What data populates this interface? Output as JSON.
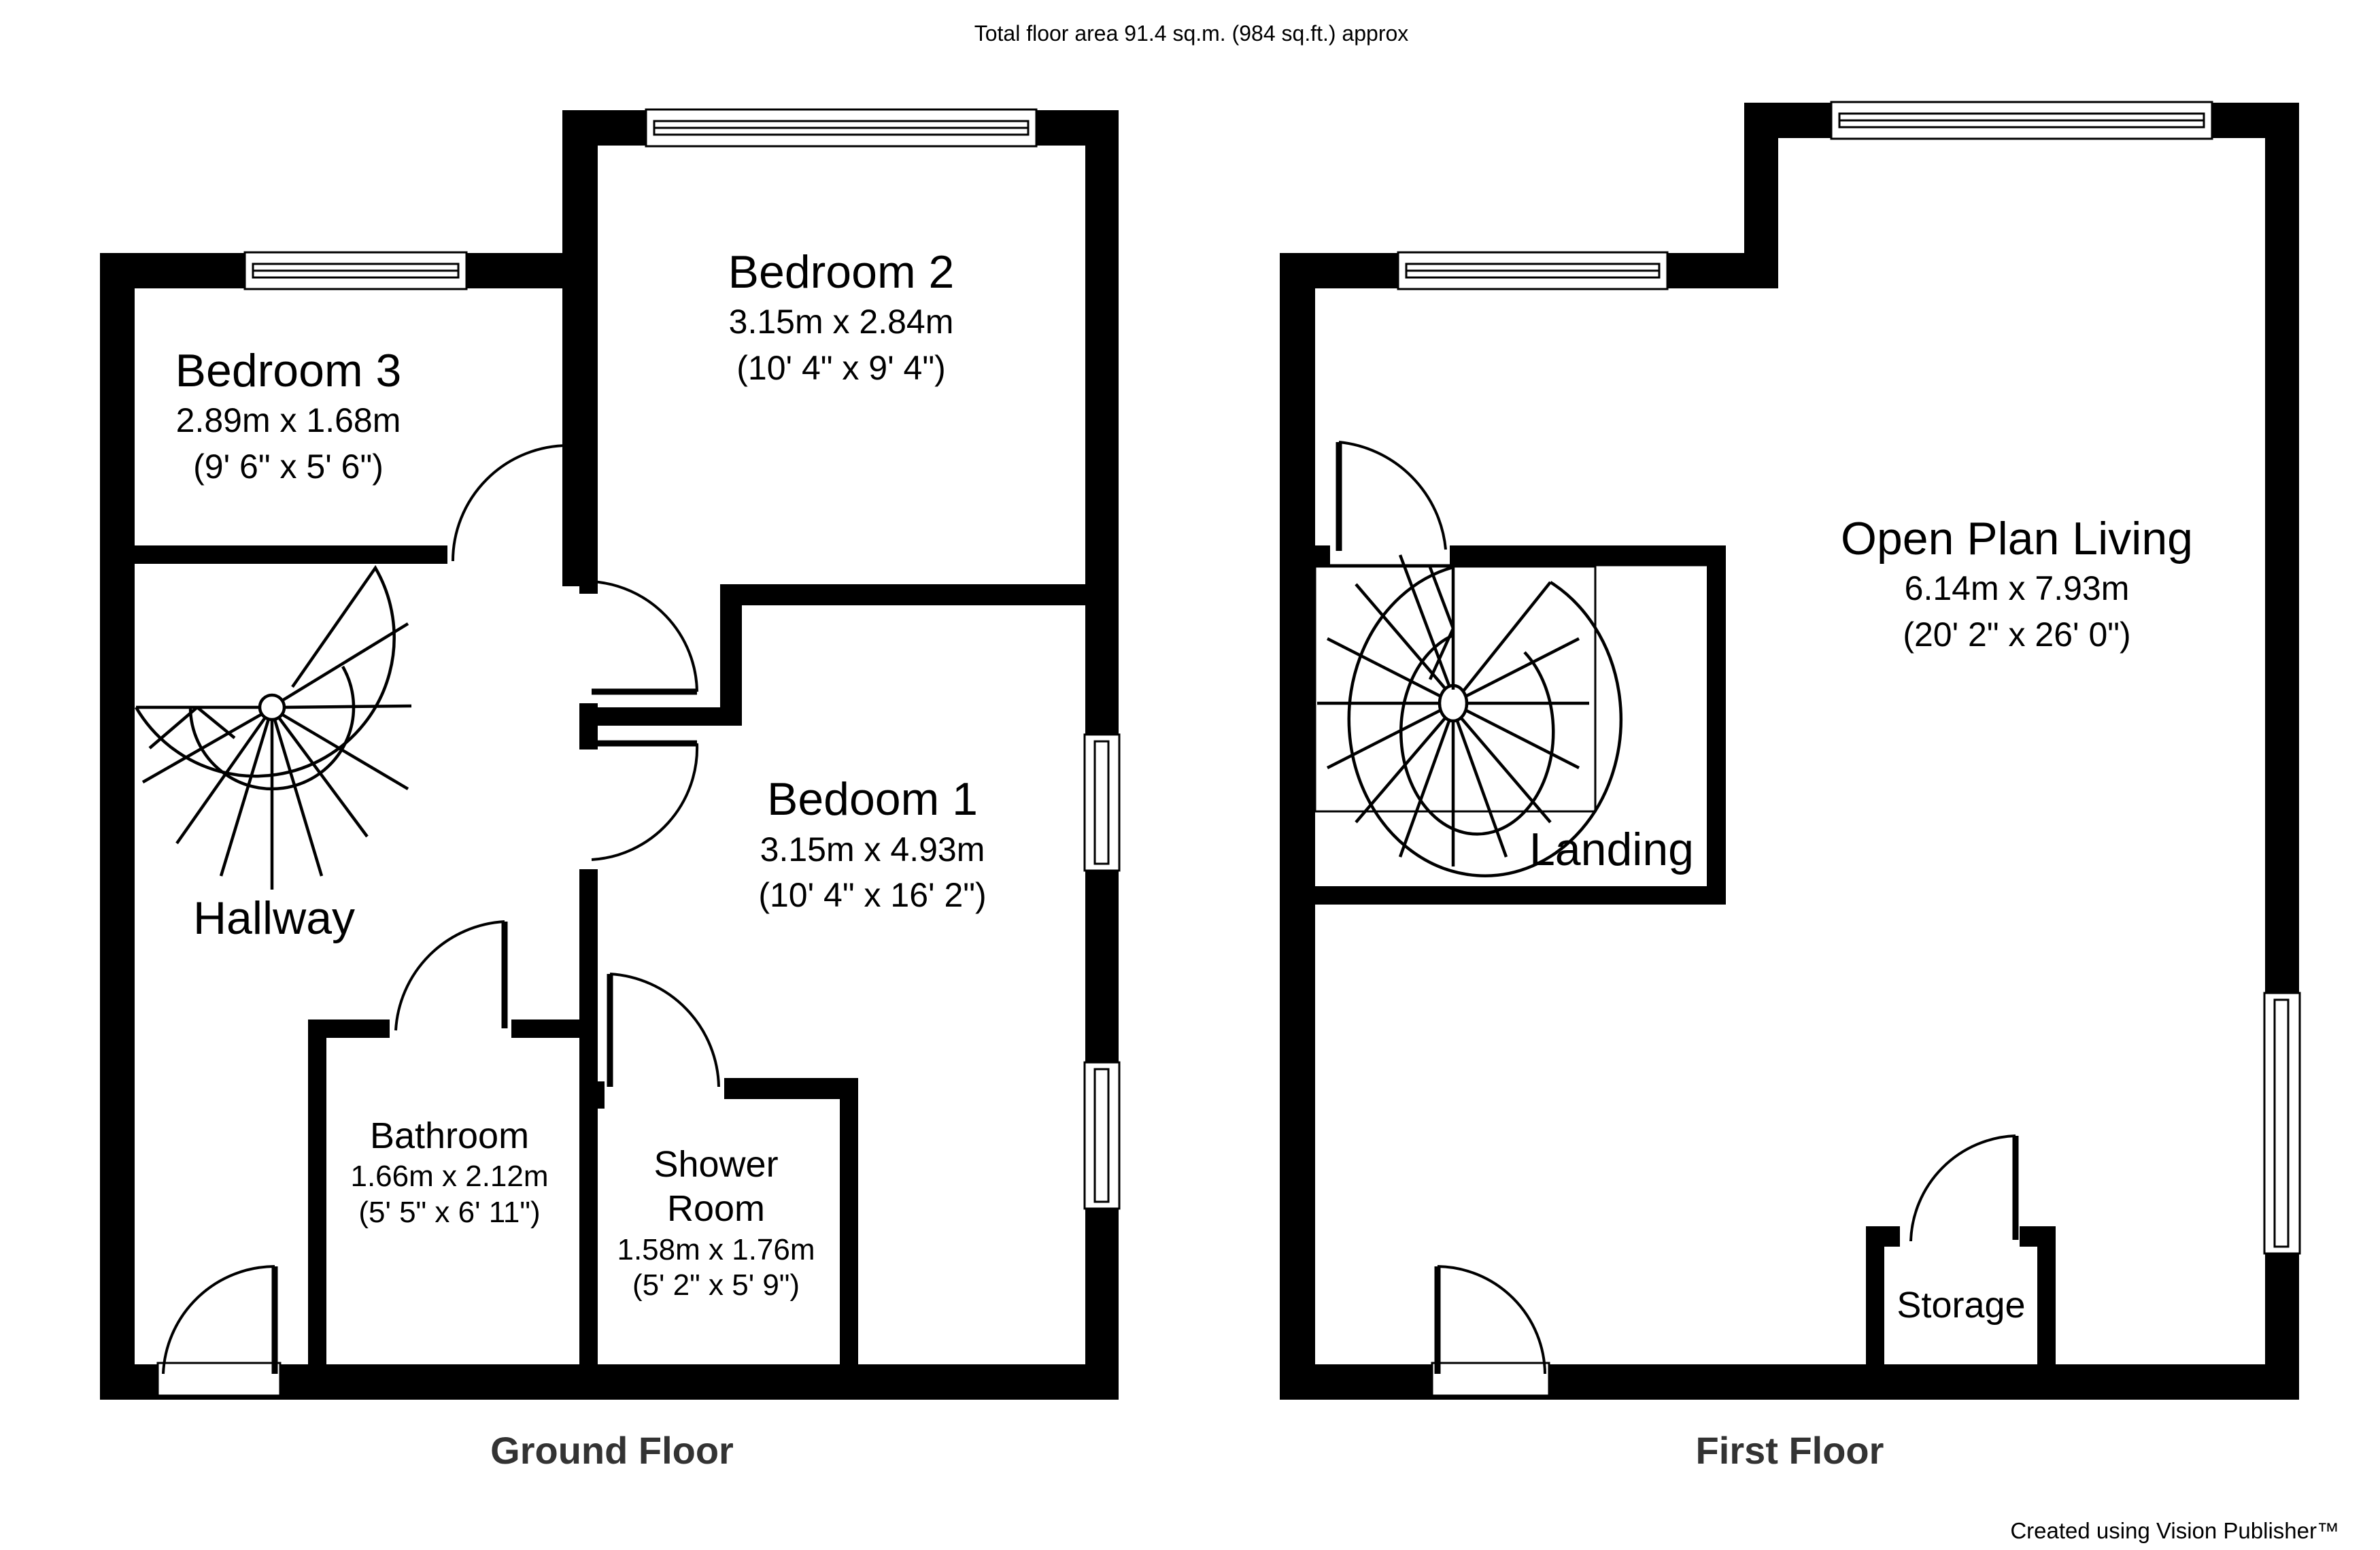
{
  "header": {
    "total_area": "Total floor area 91.4 sq.m. (984 sq.ft.) approx"
  },
  "floors": [
    {
      "title": "Ground Floor",
      "rooms": [
        {
          "name": "Bedroom 3",
          "metric": "2.89m x 1.68m",
          "imperial": "(9' 6\" x 5' 6\")"
        },
        {
          "name": "Bedroom 2",
          "metric": "3.15m x 2.84m",
          "imperial": "(10' 4\" x 9' 4\")"
        },
        {
          "name": "Bedoom 1",
          "metric": "3.15m x 4.93m",
          "imperial": "(10' 4\" x 16' 2\")"
        },
        {
          "name": "Hallway"
        },
        {
          "name": "Bathroom",
          "metric": "1.66m x 2.12m",
          "imperial": "(5' 5\" x 6' 11\")"
        },
        {
          "name_line1": "Shower",
          "name_line2": "Room",
          "metric": "1.58m x 1.76m",
          "imperial": "(5' 2\" x 5' 9\")"
        }
      ]
    },
    {
      "title": "First Floor",
      "rooms": [
        {
          "name": "Open Plan Living",
          "metric": "6.14m x 7.93m",
          "imperial": "(20' 2\" x 26' 0\")"
        },
        {
          "name": "Landing"
        },
        {
          "name": "Storage"
        }
      ]
    }
  ],
  "footer": {
    "credit": "Created using Vision Publisher™"
  },
  "icons": {
    "spiral_staircase": "spiral-staircase-icon",
    "door_swing": "door-swing-icon",
    "window": "window-icon"
  },
  "colors": {
    "wall": "#000000",
    "background": "#ffffff",
    "floor_title": "#333333"
  }
}
